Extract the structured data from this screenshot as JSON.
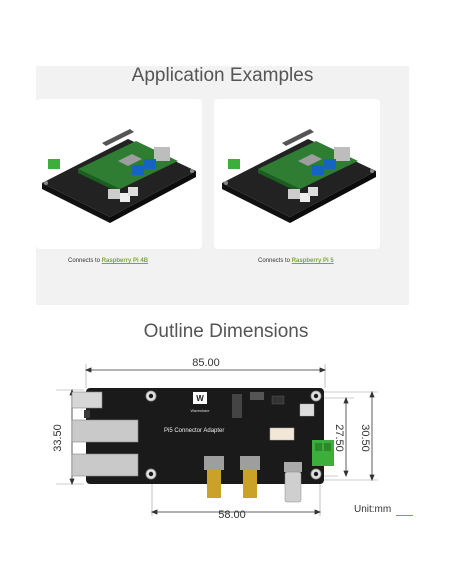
{
  "application": {
    "title": "Application Examples",
    "cards": [
      {
        "prefix": "Connects to ",
        "link": "Raspberry Pi 4B"
      },
      {
        "prefix": "Connects to ",
        "link": "Raspberry Pi 5"
      }
    ]
  },
  "outline": {
    "title": "Outline Dimensions",
    "board_label": "Pi5 Connector Adapter",
    "brand": "Waveshare",
    "dims": {
      "width": "85.00",
      "height_left": "33.50",
      "height_mid": "27.50",
      "height_right": "30.50",
      "bottom": "58.00"
    },
    "unit": "Unit:mm"
  },
  "colors": {
    "link": "#7aa838",
    "board": "#1a1a1a",
    "terminal": "#3cae3c",
    "panel": "#f2f2f2"
  }
}
